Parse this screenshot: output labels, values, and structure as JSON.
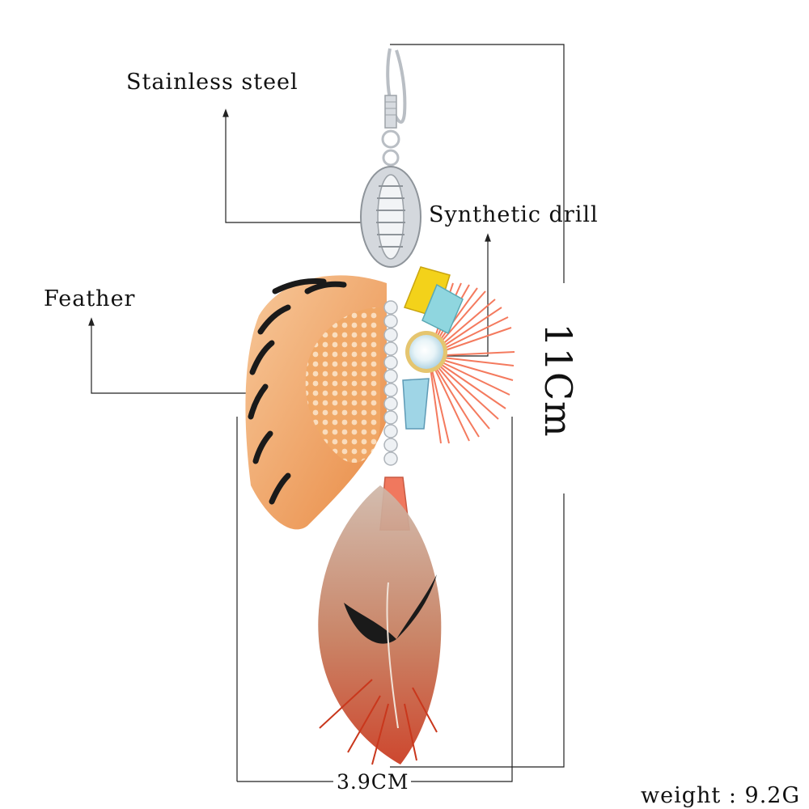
{
  "labels": {
    "material_hook": "Stainless steel",
    "material_stone": "Synthetic drill",
    "material_feather": "Feather",
    "height": "11Cm",
    "width": "3.9CM",
    "weight": "weight : 9.2G"
  },
  "colors": {
    "line": "#222222",
    "silver": "#c9cdd2",
    "yellow": "#f3d21a",
    "turquoise": "#8fd6df",
    "tassel": "#f47a5e",
    "coral": "#f0785e",
    "feather_orange": "#f2a35e",
    "feather_dark": "#1a1a1a",
    "feather_red": "#d9482a"
  }
}
